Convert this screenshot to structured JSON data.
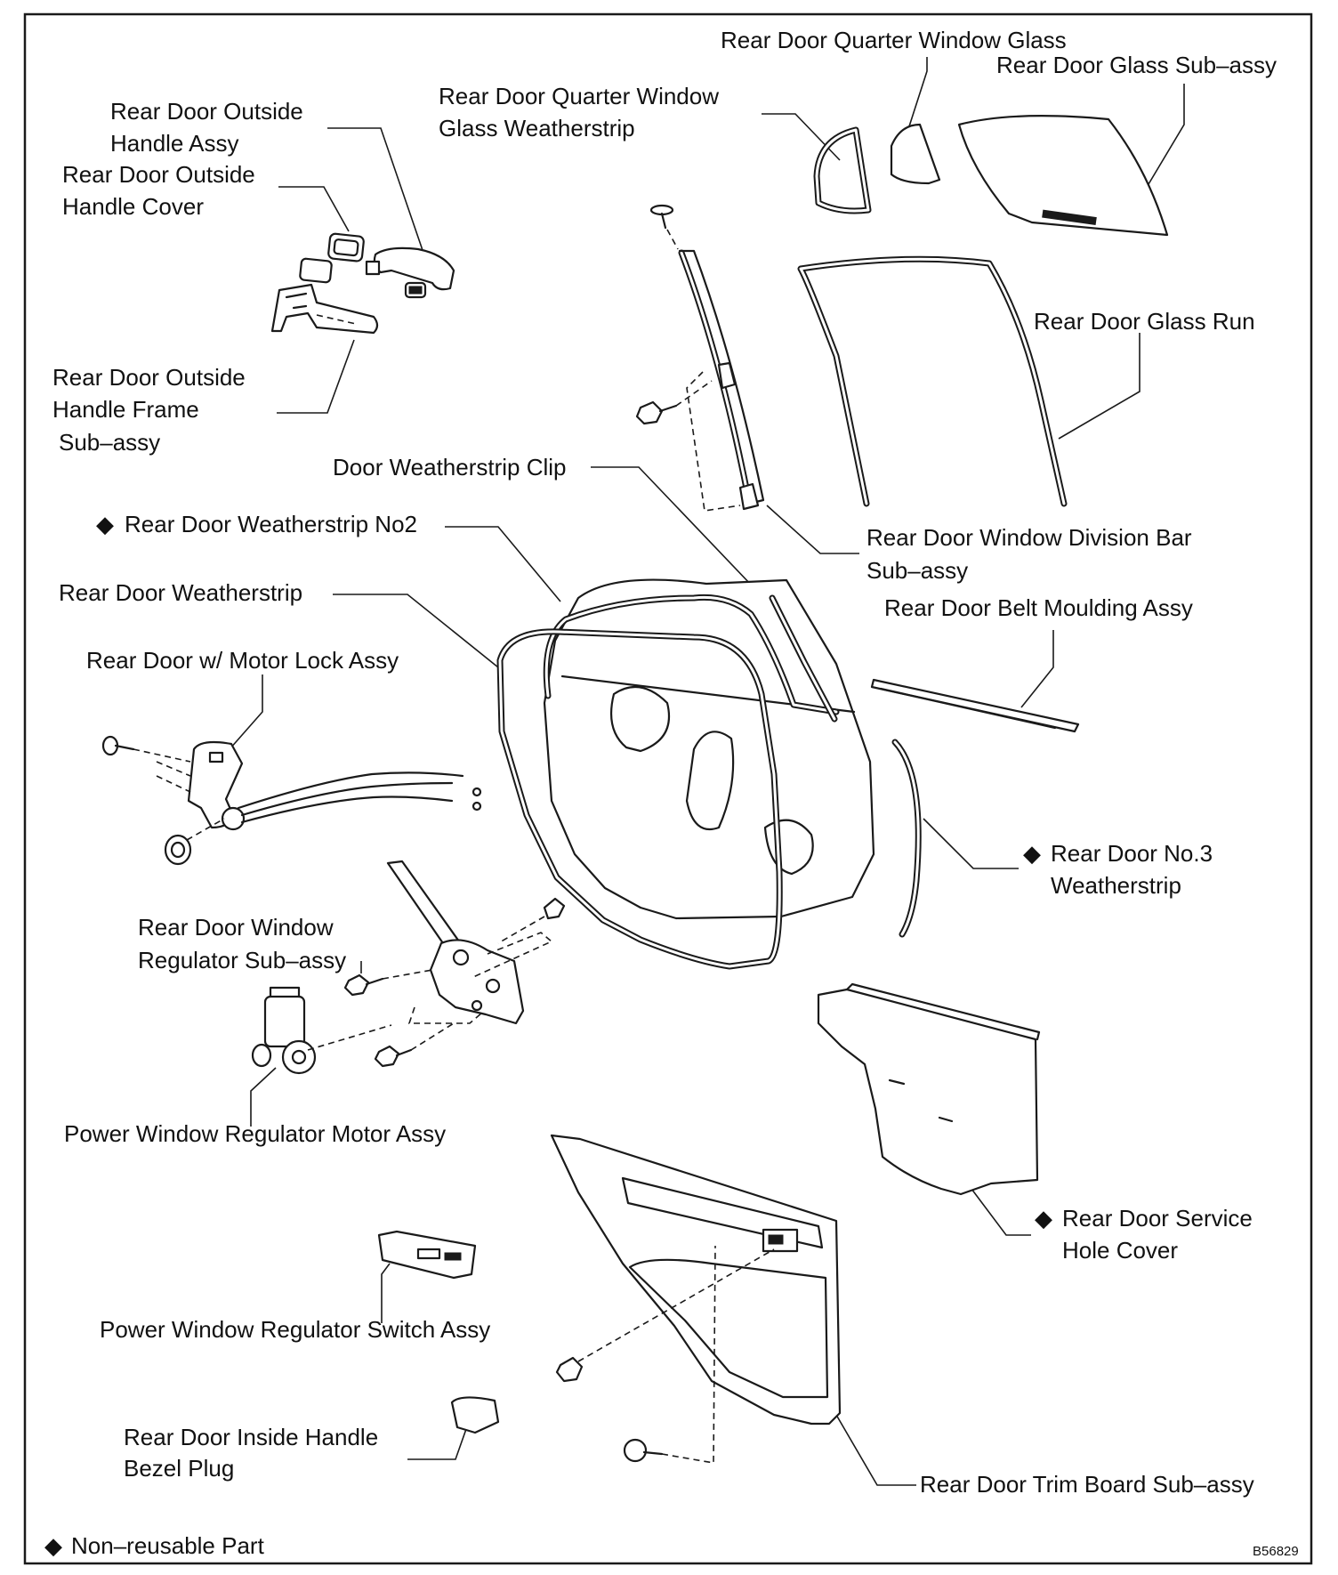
{
  "diagram": {
    "code": "B56829",
    "legend": {
      "symbol": "◆",
      "text": "Non–reusable Part"
    },
    "labels": {
      "quarter_window_glass": "Rear Door Quarter Window Glass",
      "glass_sub_assy": "Rear Door Glass Sub–assy",
      "quarter_ws_line1": "Rear Door Quarter Window",
      "quarter_ws_line2": "Glass Weatherstrip",
      "outside_handle_line1": "Rear Door Outside",
      "outside_handle_line2": "Handle Assy",
      "handle_cover_line1": "Rear Door Outside",
      "handle_cover_line2": "Handle Cover",
      "glass_run": "Rear Door Glass Run",
      "handle_frame_line1": "Rear Door Outside",
      "handle_frame_line2": "Handle Frame",
      "handle_frame_line3": "Sub–assy",
      "ws_clip": "Door Weatherstrip Clip",
      "ws_no2": "Rear Door Weatherstrip No2",
      "division_bar_line1": "Rear Door Window Division Bar",
      "division_bar_line2": "Sub–assy",
      "weatherstrip": "Rear Door Weatherstrip",
      "belt_moulding": "Rear Door Belt Moulding Assy",
      "motor_lock": "Rear Door w/ Motor Lock Assy",
      "no3_ws_line1": "Rear Door No.3",
      "no3_ws_line2": "Weatherstrip",
      "regulator_line1": "Rear  Door  Window",
      "regulator_line2": "Regulator Sub–assy",
      "motor_assy": "Power Window Regulator Motor Assy",
      "service_cover_line1": "Rear  Door  Service",
      "service_cover_line2": "Hole Cover",
      "switch_assy": "Power Window Regulator Switch Assy",
      "bezel_line1": "Rear Door Inside Handle",
      "bezel_line2": "Bezel Plug",
      "trim_board": "Rear Door Trim Board Sub–assy"
    },
    "non_reusable_marker": "◆"
  }
}
